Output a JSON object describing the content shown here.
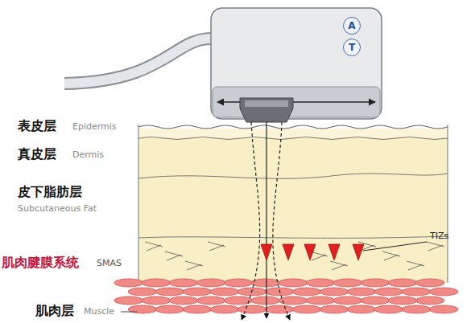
{
  "diagram": {
    "nodes": [
      {
        "text": [
          "A"
        ]
      },
      {
        "text": [
          "T"
        ]
      }
    ],
    "labels": [
      "表皮层",
      "Epidermis",
      "真皮层",
      "Dermis",
      "皮下脂肪层",
      "Subcutaneous Fat",
      "肌肉腱膜系统",
      "SMAS",
      "肌肉层",
      "Muscle",
      "TIZs"
    ]
  }
}
